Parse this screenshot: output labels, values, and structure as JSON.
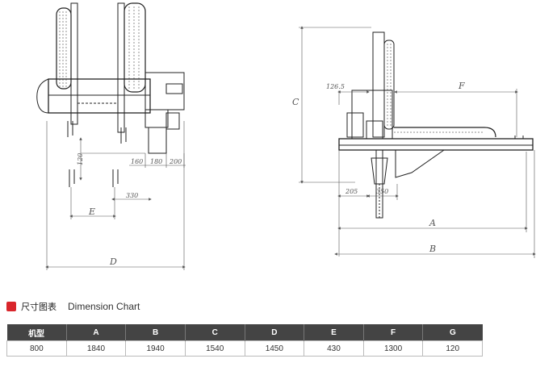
{
  "drawing": {
    "left_labels": {
      "d120": "120",
      "d160": "160",
      "d180": "180",
      "d200": "200",
      "d330": "330",
      "E": "E",
      "D": "D"
    },
    "right_labels": {
      "C": "C",
      "d126": "126.5",
      "F": "F",
      "d205": "205",
      "d350": "350",
      "A": "A",
      "B": "B"
    }
  },
  "section": {
    "title_cn": "尺寸图表",
    "title_en": "Dimension Chart"
  },
  "table": {
    "headers": [
      "机型",
      "A",
      "B",
      "C",
      "D",
      "E",
      "F",
      "G"
    ],
    "row": [
      "800",
      "1840",
      "1940",
      "1540",
      "1450",
      "430",
      "1300",
      "120"
    ]
  }
}
